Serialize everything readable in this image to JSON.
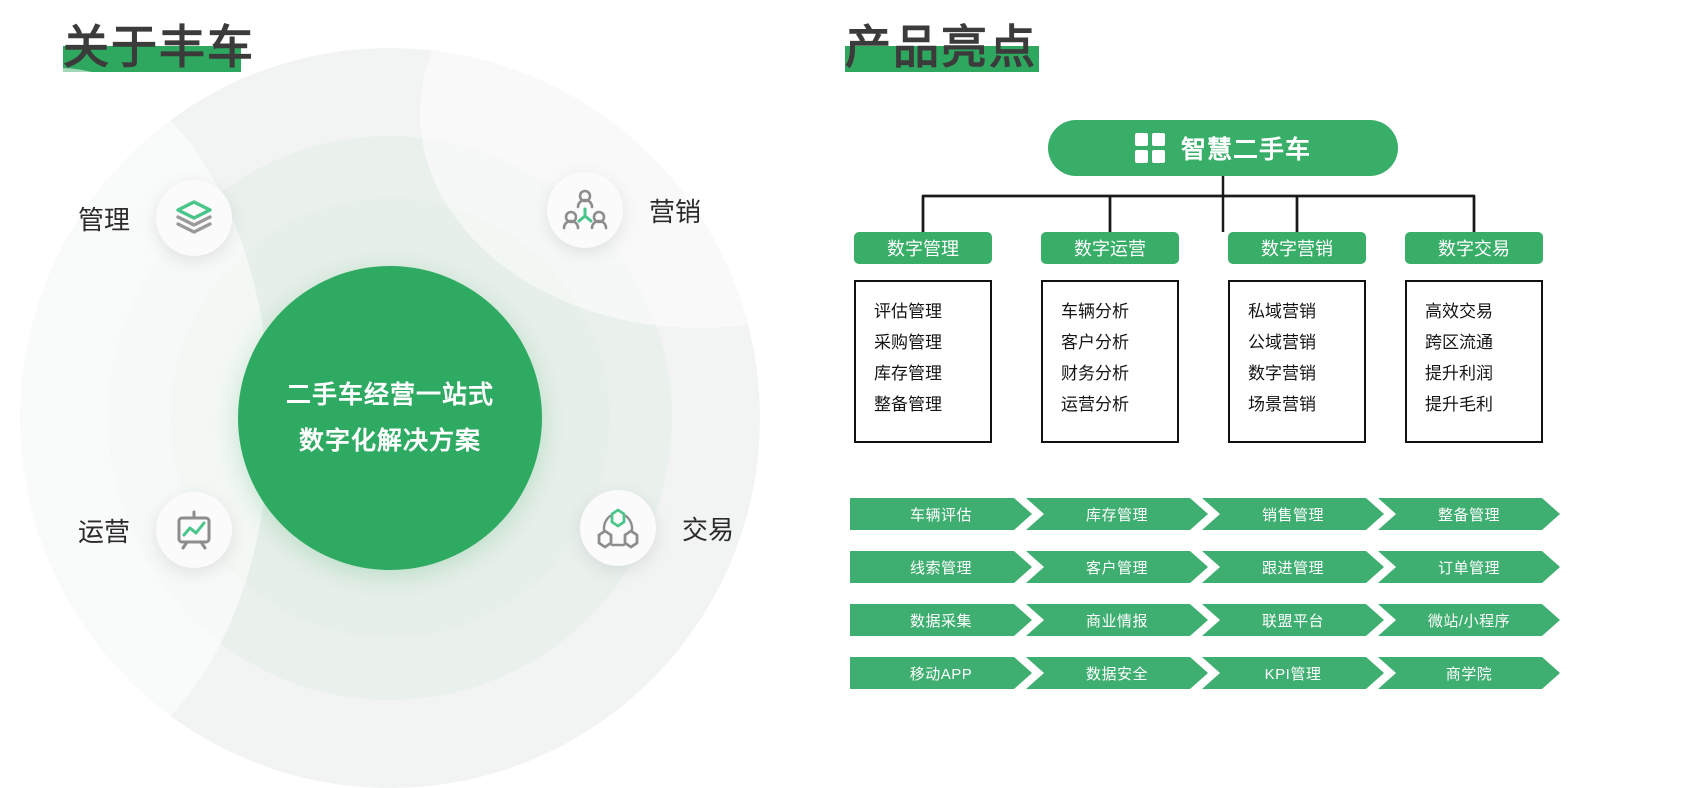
{
  "left": {
    "title": "关于丰车",
    "core_lines": [
      "二手车经营一站式",
      "数字化解决方案"
    ],
    "nodes": [
      {
        "label": "管理",
        "icon": "layers-icon",
        "side": "left"
      },
      {
        "label": "营销",
        "icon": "people-network-icon",
        "side": "right"
      },
      {
        "label": "运营",
        "icon": "chart-board-icon",
        "side": "left"
      },
      {
        "label": "交易",
        "icon": "hexagon-network-icon",
        "side": "right"
      }
    ]
  },
  "right": {
    "title": "产品亮点",
    "hero": {
      "label": "智慧二手车",
      "icon": "grid-four-icon"
    },
    "categories": [
      {
        "header": "数字管理",
        "items": [
          "评估管理",
          "采购管理",
          "库存管理",
          "整备管理"
        ]
      },
      {
        "header": "数字运营",
        "items": [
          "车辆分析",
          "客户分析",
          "财务分析",
          "运营分析"
        ]
      },
      {
        "header": "数字营销",
        "items": [
          "私域营销",
          "公域营销",
          "数字营销",
          "场景营销"
        ]
      },
      {
        "header": "数字交易",
        "items": [
          "高效交易",
          "跨区流通",
          "提升利润",
          "提升毛利"
        ]
      }
    ],
    "chevron_rows": [
      [
        "车辆评估",
        "库存管理",
        "销售管理",
        "整备管理"
      ],
      [
        "线索管理",
        "客户管理",
        "跟进管理",
        "订单管理"
      ],
      [
        "数据采集",
        "商业情报",
        "联盟平台",
        "微站/小程序"
      ],
      [
        "移动APP",
        "数据安全",
        "KPI管理",
        "商学院"
      ]
    ]
  },
  "colors": {
    "brand_green": "#2EAA62",
    "chip_green": "#38AE69",
    "chevron_green": "#3FAF71",
    "title_text": "#3b3b3b",
    "ring_outer": "#f2f3f3",
    "ring_mid": "#eaf1ed",
    "ring_inner": "#e7efe9"
  }
}
